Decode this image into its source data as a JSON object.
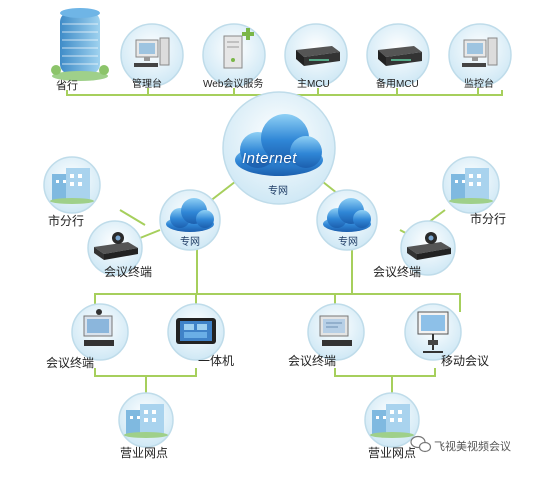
{
  "top_nodes": [
    {
      "label": "省行",
      "icon": "building-tower-icon"
    },
    {
      "label": "管理台",
      "icon": "desktop-computer-icon"
    },
    {
      "label": "Web会议服务",
      "icon": "server-add-icon"
    },
    {
      "label": "主MCU",
      "icon": "mcu-device-icon"
    },
    {
      "label": "备用MCU",
      "icon": "mcu-device-icon"
    },
    {
      "label": "监控台",
      "icon": "desktop-computer-icon"
    }
  ],
  "internet_cloud": {
    "text": "Internet",
    "label": "专网"
  },
  "left_branch": {
    "cloud_label": "专网",
    "city": {
      "label": "市分行",
      "icon": "building-icon"
    },
    "terminal": {
      "label": "会议终端",
      "icon": "conference-terminal-icon"
    }
  },
  "right_branch": {
    "cloud_label": "专网",
    "city": {
      "label": "市分行",
      "icon": "building-icon"
    },
    "terminal": {
      "label": "会议终端",
      "icon": "conference-terminal-icon"
    }
  },
  "bottom_left": {
    "devices": [
      {
        "label": "会议终端",
        "icon": "conference-terminal-icon"
      },
      {
        "label": "一体机",
        "icon": "all-in-one-tablet-icon"
      }
    ],
    "outlet": {
      "label": "营业网点",
      "icon": "building-icon"
    }
  },
  "bottom_right": {
    "devices": [
      {
        "label": "会议终端",
        "icon": "conference-terminal-icon"
      },
      {
        "label": "移动会议",
        "icon": "mobile-conference-icon"
      }
    ],
    "outlet": {
      "label": "营业网点",
      "icon": "building-icon"
    }
  },
  "watermark": {
    "text": "飞视美视频会议",
    "icon": "wechat-icon"
  },
  "colors": {
    "line": "#a6cf5c",
    "circle_fill": "#d9eef8",
    "circle_stroke": "#bfdcea",
    "cloud": "#3b8fd6"
  }
}
